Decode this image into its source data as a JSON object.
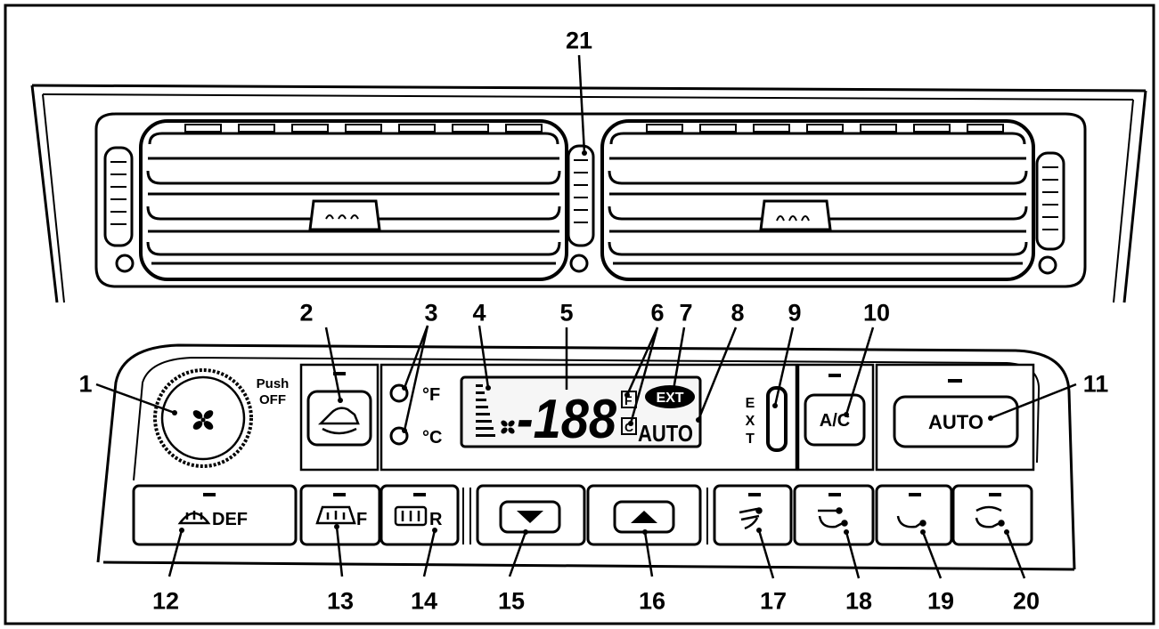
{
  "colors": {
    "ink": "#000000",
    "paper": "#ffffff",
    "lcd": "#f6f6f6"
  },
  "callouts": [
    "1",
    "2",
    "3",
    "4",
    "5",
    "6",
    "7",
    "8",
    "9",
    "10",
    "11",
    "12",
    "13",
    "14",
    "15",
    "16",
    "17",
    "18",
    "19",
    "20",
    "21"
  ],
  "labels": {
    "push_off_line1": "Push",
    "push_off_line2": "OFF",
    "lcd_digits": "-188",
    "lcd_f": "F",
    "lcd_c": "C",
    "lcd_ext": "EXT",
    "lcd_auto": "AUTO",
    "unit_f": "°F",
    "unit_c": "°C",
    "ext_side_1": "E",
    "ext_side_2": "X",
    "ext_side_3": "T",
    "ac_button": "A/C",
    "auto_button": "AUTO",
    "def_button": "DEF",
    "front_defrost_suffix": "F",
    "rear_defrost_suffix": "R"
  },
  "icons": {
    "fan_knob": "fan-icon",
    "recirculation": "recirculation-car-icon",
    "temp_down": "triangle-down-icon",
    "temp_up": "triangle-up-icon",
    "vent_face": "vent-face-icon",
    "vent_bilevel": "vent-bilevel-icon",
    "vent_floor": "vent-floor-icon",
    "vent_floor_defrost": "vent-floor-defrost-icon"
  }
}
